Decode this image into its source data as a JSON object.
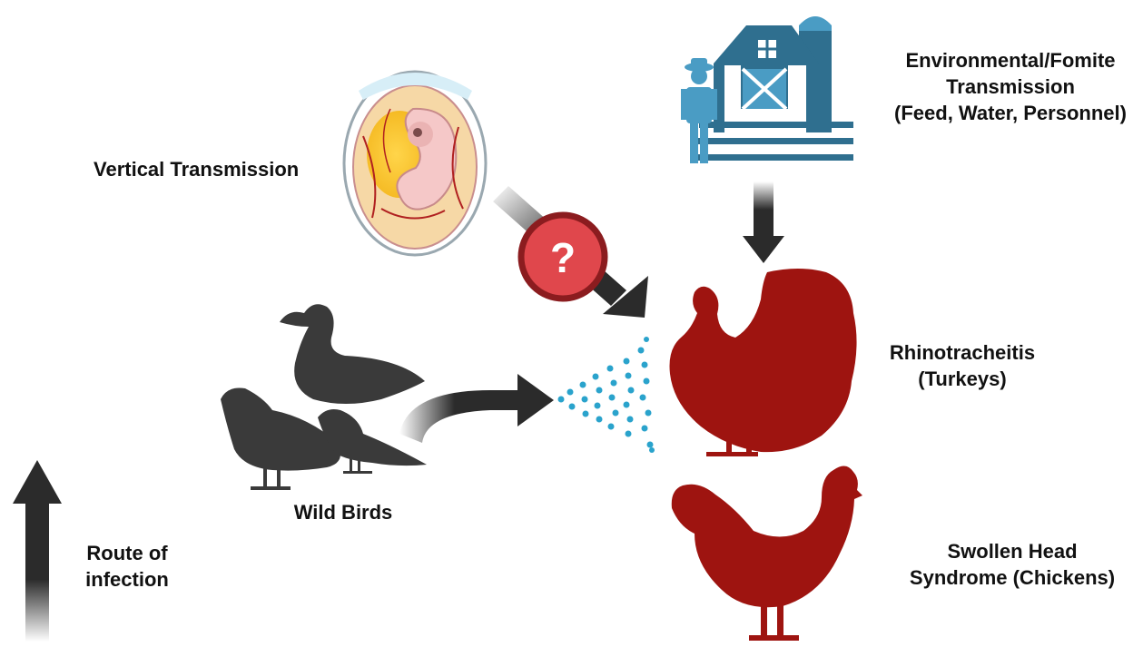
{
  "labels": {
    "environmental_line1": "Environmental/Fomite",
    "environmental_line2": "Transmission",
    "environmental_line3": "(Feed, Water, Personnel)",
    "vertical": "Vertical Transmission",
    "question_mark": "?",
    "rhino_line1": "Rhinotracheitis",
    "rhino_line2": "(Turkeys)",
    "wild_birds": "Wild Birds",
    "route_line1": "Route of",
    "route_line2": "infection",
    "shs_line1": "Swollen Head",
    "shs_line2": "Syndrome (Chickens)"
  },
  "colors": {
    "text": "#111111",
    "poultry_red": "#9e1410",
    "wild_bird_gray": "#3a3a3a",
    "farm_blue": "#2f6f8f",
    "farm_light_blue": "#4a9cc4",
    "question_red": "#e0474c",
    "question_border": "#8b1c1f",
    "aerosol_blue": "#2aa3cc",
    "arrow_dark": "#2b2b2b"
  },
  "icons": {
    "farm": "barn-silo-farmer-icon",
    "egg": "embryonated-egg-icon",
    "turkey": "turkey-silhouette-icon",
    "chicken": "chicken-silhouette-icon",
    "wild_birds": "wild-bird-silhouettes-icon",
    "aerosol": "aerosol-droplets-icon",
    "question": "question-mark-icon"
  }
}
